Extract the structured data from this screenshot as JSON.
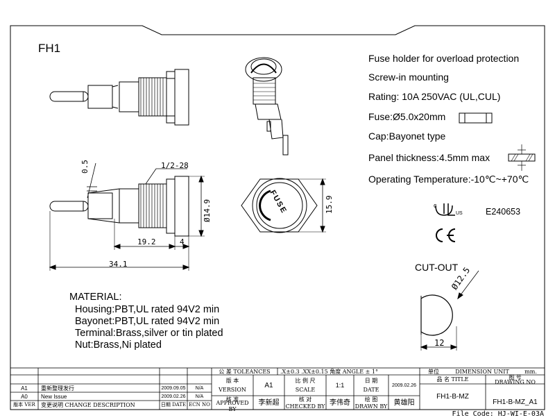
{
  "part_name": "FH1",
  "specs": {
    "description": "Fuse holder for overload protection",
    "mounting": "Screw-in mounting",
    "rating": "Rating: 10A 250VAC (UL,CUL)",
    "fuse": "Fuse:Ø5.0x20mm",
    "cap": "Cap:Bayonet type",
    "panel": "Panel thickness:4.5mm max",
    "temperature": "Operating Temperature:-10℃~+70℃",
    "ul_file": "E240653",
    "cutout_label": "CUT-OUT"
  },
  "material": {
    "heading": "MATERIAL:",
    "items": [
      "Housing:PBT,UL rated 94V2 min",
      "Bayonet:PBT,UL rated 94V2 min",
      "Terminal:Brass,silver or tin plated",
      "Nut:Brass,Ni plated"
    ]
  },
  "dimensions": {
    "thread": "1/2-28",
    "terminal_thickness": "0.5",
    "diameter": "Ø14.9",
    "body_length": "19.2",
    "flange": "4",
    "overall_length": "34.1",
    "hex_width": "15.9",
    "cutout_diameter": "Ø12.5",
    "cutout_width": "12",
    "cap_text": "FUSE"
  },
  "title_block": {
    "tolerance_label": "公 差 TOLEANCES",
    "tolerance_value": ".X±0.3  .XX±0.15  角度 ANGLE ± 1°",
    "unit_label": "单位",
    "unit_value": "DIMENSION UNIT",
    "unit": "mm.",
    "version_label_cn": "版 本",
    "version_label_en": "VERSION",
    "version": "A1",
    "scale_label_cn": "比 例 尺",
    "scale_label_en": "SCALE",
    "scale": "1:1",
    "date_label_cn": "日 期",
    "date_label_en": "DATE",
    "date": "2009.02.26",
    "title_label": "品  名     TITLE",
    "title": "FH1-B-MZ",
    "drawing_label_cn": "图  号",
    "drawing_label_en": "DRAWING NO",
    "drawing_no": "FH1-B-MZ_A1",
    "approved_label_cn": "核 准",
    "approved_label_en": "APPROVED BY",
    "approved": "李新超",
    "checked_label_cn": "核 对",
    "checked_label_en": "CHECKED BY",
    "checked": "李伟奇",
    "drawn_label_cn": "绘 图",
    "drawn_label_en": "DRAWN BY",
    "drawn": "黄雄阳",
    "revisions": [
      {
        "ver": "A1",
        "desc": "重新整理发行",
        "date": "2009.09.05",
        "ecn": "N/A"
      },
      {
        "ver": "A0",
        "desc": "New Issue",
        "date": "2009.02.26",
        "ecn": "N/A"
      }
    ],
    "rev_header": {
      "ver": "版本 VER",
      "desc": "变更说明  CHANGE DESCRIPTION",
      "date": "日期 DATE",
      "ecn": "ECN NO"
    },
    "file_code": "File Code: HJ-WI-E-03A"
  }
}
